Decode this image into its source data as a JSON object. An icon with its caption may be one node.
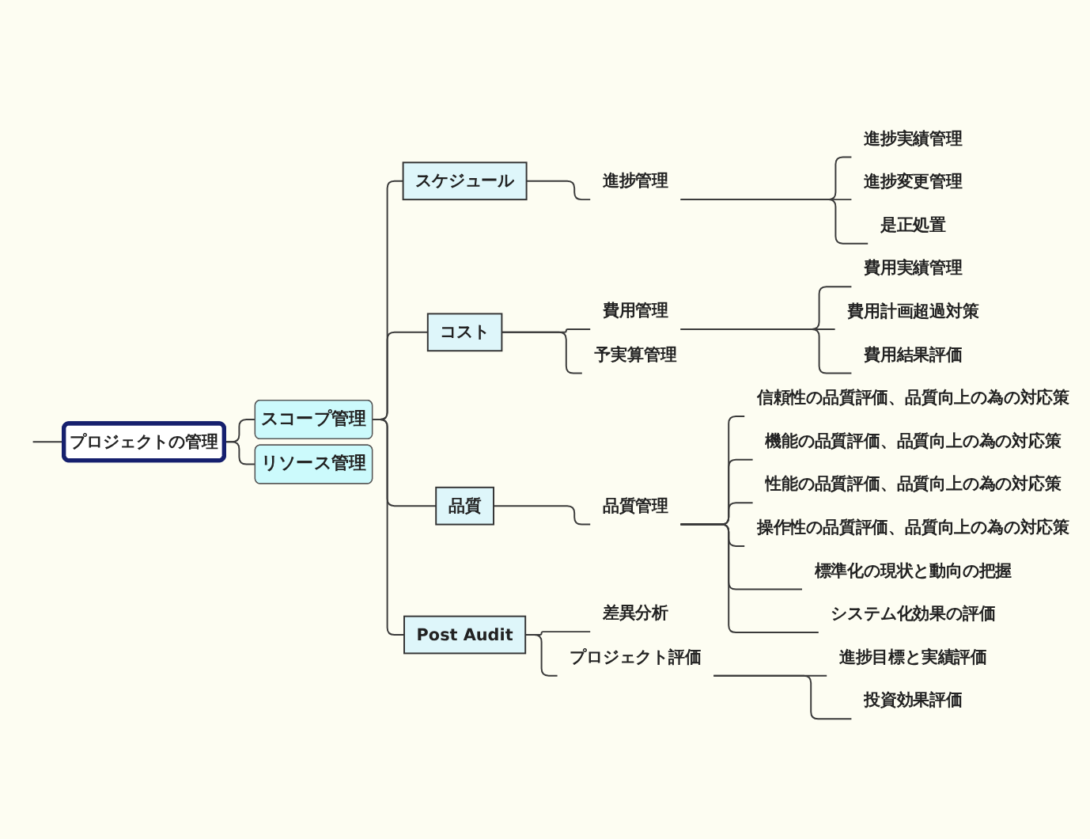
{
  "diagram": {
    "nodes": [
      {
        "text": [
          "プロジェクトの管理"
        ]
      },
      {
        "text": [
          "スコープ管理"
        ]
      },
      {
        "text": [
          "スケジュール"
        ]
      },
      {
        "text": [
          "進捗管理"
        ]
      },
      {
        "text": [
          "進捗実績管理"
        ]
      },
      {
        "text": [
          "進捗変更管理"
        ]
      },
      {
        "text": [
          "是正処置"
        ]
      },
      {
        "text": [
          "コスト"
        ]
      },
      {
        "text": [
          "費用管理"
        ]
      },
      {
        "text": [
          "費用実績管理"
        ]
      },
      {
        "text": [
          "費用計画超過対策"
        ]
      },
      {
        "text": [
          "費用結果評価"
        ]
      },
      {
        "text": [
          "予実算管理"
        ]
      },
      {
        "text": [
          "品質"
        ]
      },
      {
        "text": [
          "品質管理"
        ]
      },
      {
        "text": [
          "信頼性の品質評価、品質向上の為の対応策"
        ]
      },
      {
        "text": [
          "機能の品質評価、品質向上の為の対応策"
        ]
      },
      {
        "text": [
          "性能の品質評価、品質向上の為の対応策"
        ]
      },
      {
        "text": [
          "操作性の品質評価、品質向上の為の対応策"
        ]
      },
      {
        "text": [
          "標準化の現状と動向の把握"
        ]
      },
      {
        "text": [
          "システム化効果の評価"
        ]
      },
      {
        "text": [
          "Post Audit"
        ]
      },
      {
        "text": [
          "差異分析"
        ]
      },
      {
        "text": [
          "プロジェクト評価"
        ]
      },
      {
        "text": [
          "進捗目標と実績評価"
        ]
      },
      {
        "text": [
          "投資効果評価"
        ]
      },
      {
        "text": [
          "リソース管理"
        ]
      }
    ],
    "edges": [
      {
        "from": null,
        "to": 0,
        "arrow": "none"
      },
      {
        "from": 0,
        "to": 1,
        "arrow": "none"
      },
      {
        "from": 1,
        "to": 2,
        "arrow": "none"
      },
      {
        "from": 2,
        "to": 3,
        "arrow": "none"
      },
      {
        "from": 3,
        "to": 4,
        "arrow": "none"
      },
      {
        "from": 3,
        "to": 5,
        "arrow": "none"
      },
      {
        "from": 3,
        "to": 6,
        "arrow": "none"
      },
      {
        "from": 1,
        "to": 7,
        "arrow": "none"
      },
      {
        "from": 7,
        "to": 8,
        "arrow": "none"
      },
      {
        "from": 8,
        "to": 9,
        "arrow": "none"
      },
      {
        "from": 8,
        "to": 10,
        "arrow": "none"
      },
      {
        "from": 8,
        "to": 11,
        "arrow": "none"
      },
      {
        "from": 7,
        "to": 12,
        "arrow": "none"
      },
      {
        "from": 1,
        "to": 13,
        "arrow": "none"
      },
      {
        "from": 13,
        "to": 14,
        "arrow": "none"
      },
      {
        "from": 14,
        "to": 15,
        "arrow": "none"
      },
      {
        "from": 14,
        "to": 16,
        "arrow": "none"
      },
      {
        "from": 14,
        "to": 17,
        "arrow": "none"
      },
      {
        "from": 14,
        "to": 18,
        "arrow": "none"
      },
      {
        "from": 14,
        "to": 19,
        "arrow": "none"
      },
      {
        "from": 14,
        "to": 20,
        "arrow": "none"
      },
      {
        "from": 1,
        "to": 21,
        "arrow": "none"
      },
      {
        "from": 21,
        "to": 22,
        "arrow": "none"
      },
      {
        "from": 21,
        "to": 23,
        "arrow": "none"
      },
      {
        "from": 23,
        "to": 24,
        "arrow": "none"
      },
      {
        "from": 23,
        "to": 25,
        "arrow": "none"
      },
      {
        "from": 0,
        "to": 26,
        "arrow": "none"
      }
    ]
  }
}
